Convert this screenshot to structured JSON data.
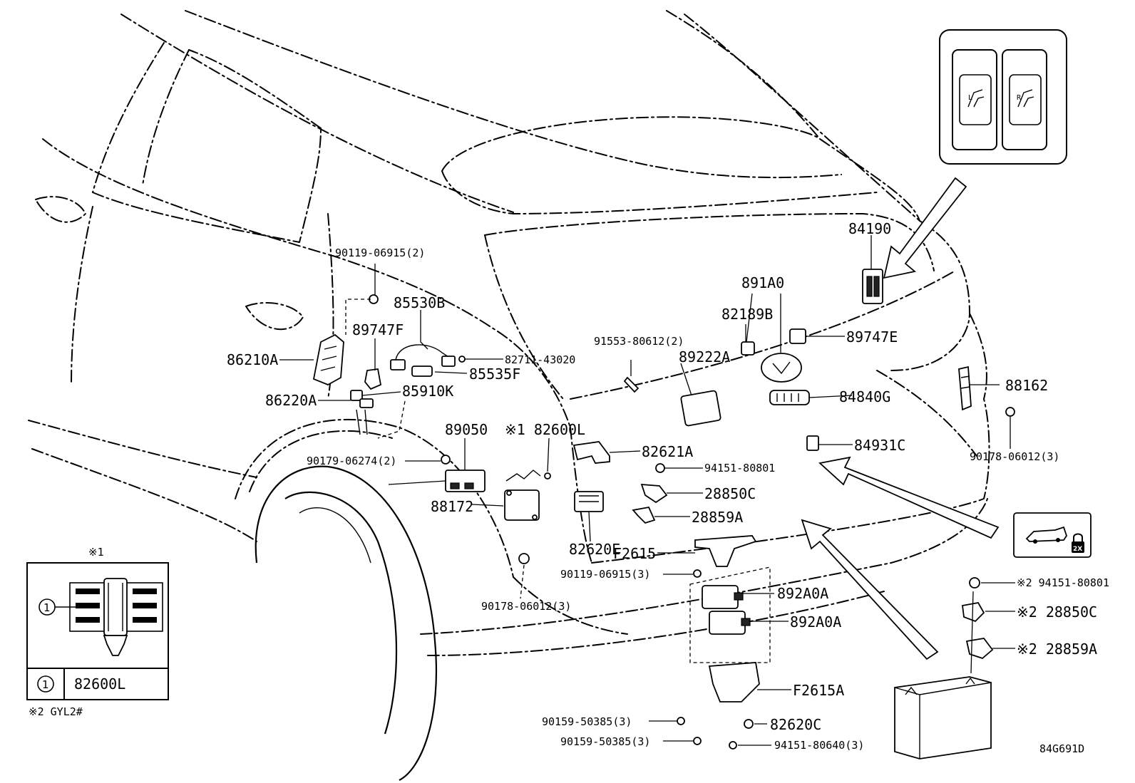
{
  "labels": {
    "p_90119_06915_2": "90119-06915(2)",
    "p_85530B": "85530B",
    "p_89747F": "89747F",
    "p_86210A": "86210A",
    "p_82711_43020": "82711-43020",
    "p_85535F": "85535F",
    "p_86220A": "86220A",
    "p_85910K": "85910K",
    "p_89050": "89050",
    "p_ref1_82600L": "※1 82600L",
    "p_90179_06274_2": "90179-06274(2)",
    "p_88172": "88172",
    "p_91553_80612_2": "91553-80612(2)",
    "p_89222A": "89222A",
    "p_891A0": "891A0",
    "p_82189B": "82189B",
    "p_89747E": "89747E",
    "p_84190": "84190",
    "p_84840G": "84840G",
    "p_88162": "88162",
    "p_82621A": "82621A",
    "p_84931C": "84931C",
    "p_90178_06012_3_r": "90178-06012(3)",
    "p_94151_80801": "94151-80801",
    "p_28850C": "28850C",
    "p_28859A": "28859A",
    "p_82620E": "82620E",
    "p_F2615": "F2615",
    "p_90119_06915_3": "90119-06915(3)",
    "p_90178_06012_3_l": "90178-06012(3)",
    "p_892A0A_1": "892A0A",
    "p_892A0A_2": "892A0A",
    "p_F2615A": "F2615A",
    "p_90159_50385_3a": "90159-50385(3)",
    "p_90159_50385_3b": "90159-50385(3)",
    "p_82620C": "82620C",
    "p_94151_80640_3": "94151-80640(3)",
    "p_ref2_94151_80801": "※2 94151-80801",
    "p_ref2_28850C": "※2 28850C",
    "p_ref2_28859A": "※2 28859A"
  },
  "inset": {
    "title": "※1",
    "item_no": "1",
    "item_part": "82600L",
    "note": "※2 GYL2#"
  },
  "switch_panel": {
    "left_letter": "L",
    "right_letter": "R"
  },
  "badge": {
    "text": "2X"
  },
  "diagram_code": "84G691D",
  "colors": {
    "ink": "#000000",
    "paper": "#ffffff"
  }
}
